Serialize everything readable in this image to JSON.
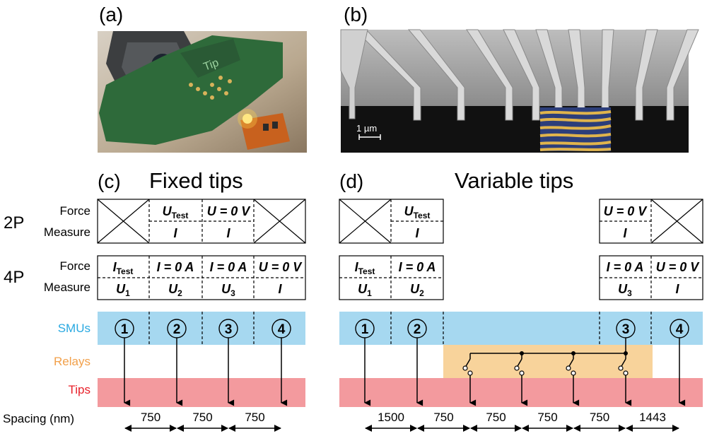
{
  "panels": {
    "a": {
      "label": "(a)"
    },
    "b": {
      "label": "(b)",
      "scalebar": "1 µm"
    },
    "c": {
      "label": "(c)",
      "title": "Fixed tips"
    },
    "d": {
      "label": "(d)",
      "title": "Variable tips"
    }
  },
  "rows": {
    "two_p": "2P",
    "four_p": "4P",
    "force": "Force",
    "measure": "Measure",
    "smus": "SMUs",
    "relays": "Relays",
    "tips": "Tips",
    "spacing": "Spacing (nm)"
  },
  "cells": {
    "u_test": "U",
    "test_sub": "Test",
    "i_test": "I",
    "u_zero": "U = 0 V",
    "i_zero": "I = 0 A",
    "i": "I",
    "u": "U",
    "sub_1": "1",
    "sub_2": "2",
    "sub_3": "3"
  },
  "smu_numbers": [
    "1",
    "2",
    "3",
    "4"
  ],
  "spacing_c": [
    "750",
    "750",
    "750"
  ],
  "spacing_d": [
    "1500",
    "750",
    "750",
    "750",
    "750",
    "1443"
  ],
  "colors": {
    "smu_band": "#a6d8f0",
    "relay_band": "#f8d39b",
    "tips_band": "#f39a9e",
    "smu_text": "#29a9e1",
    "relay_text": "#f2a04a",
    "tips_text": "#e8202a"
  }
}
